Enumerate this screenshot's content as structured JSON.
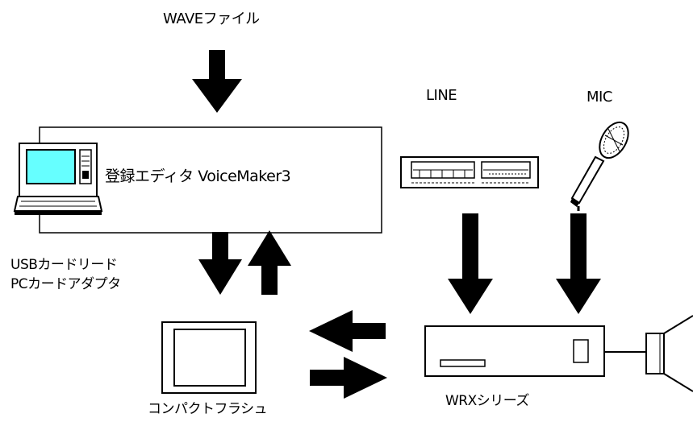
{
  "labels": {
    "wave_file": "WAVEファイル",
    "line": "LINE",
    "mic": "MIC",
    "editor": "登録エディタ VoiceMaker3",
    "card_reader_line1": "USBカードリード",
    "card_reader_line2": "PCカードアダプタ",
    "compact_flash": "コンパクトフラシュ",
    "wrx_series": "WRXシリーズ"
  },
  "colors": {
    "laptop_screen": "#66ffff",
    "stroke": "#000000",
    "background": "#ffffff"
  },
  "icons": [
    "laptop-icon",
    "line-device-icon",
    "microphone-icon",
    "compact-flash-card-icon",
    "wrx-device-icon",
    "speaker-icon"
  ]
}
